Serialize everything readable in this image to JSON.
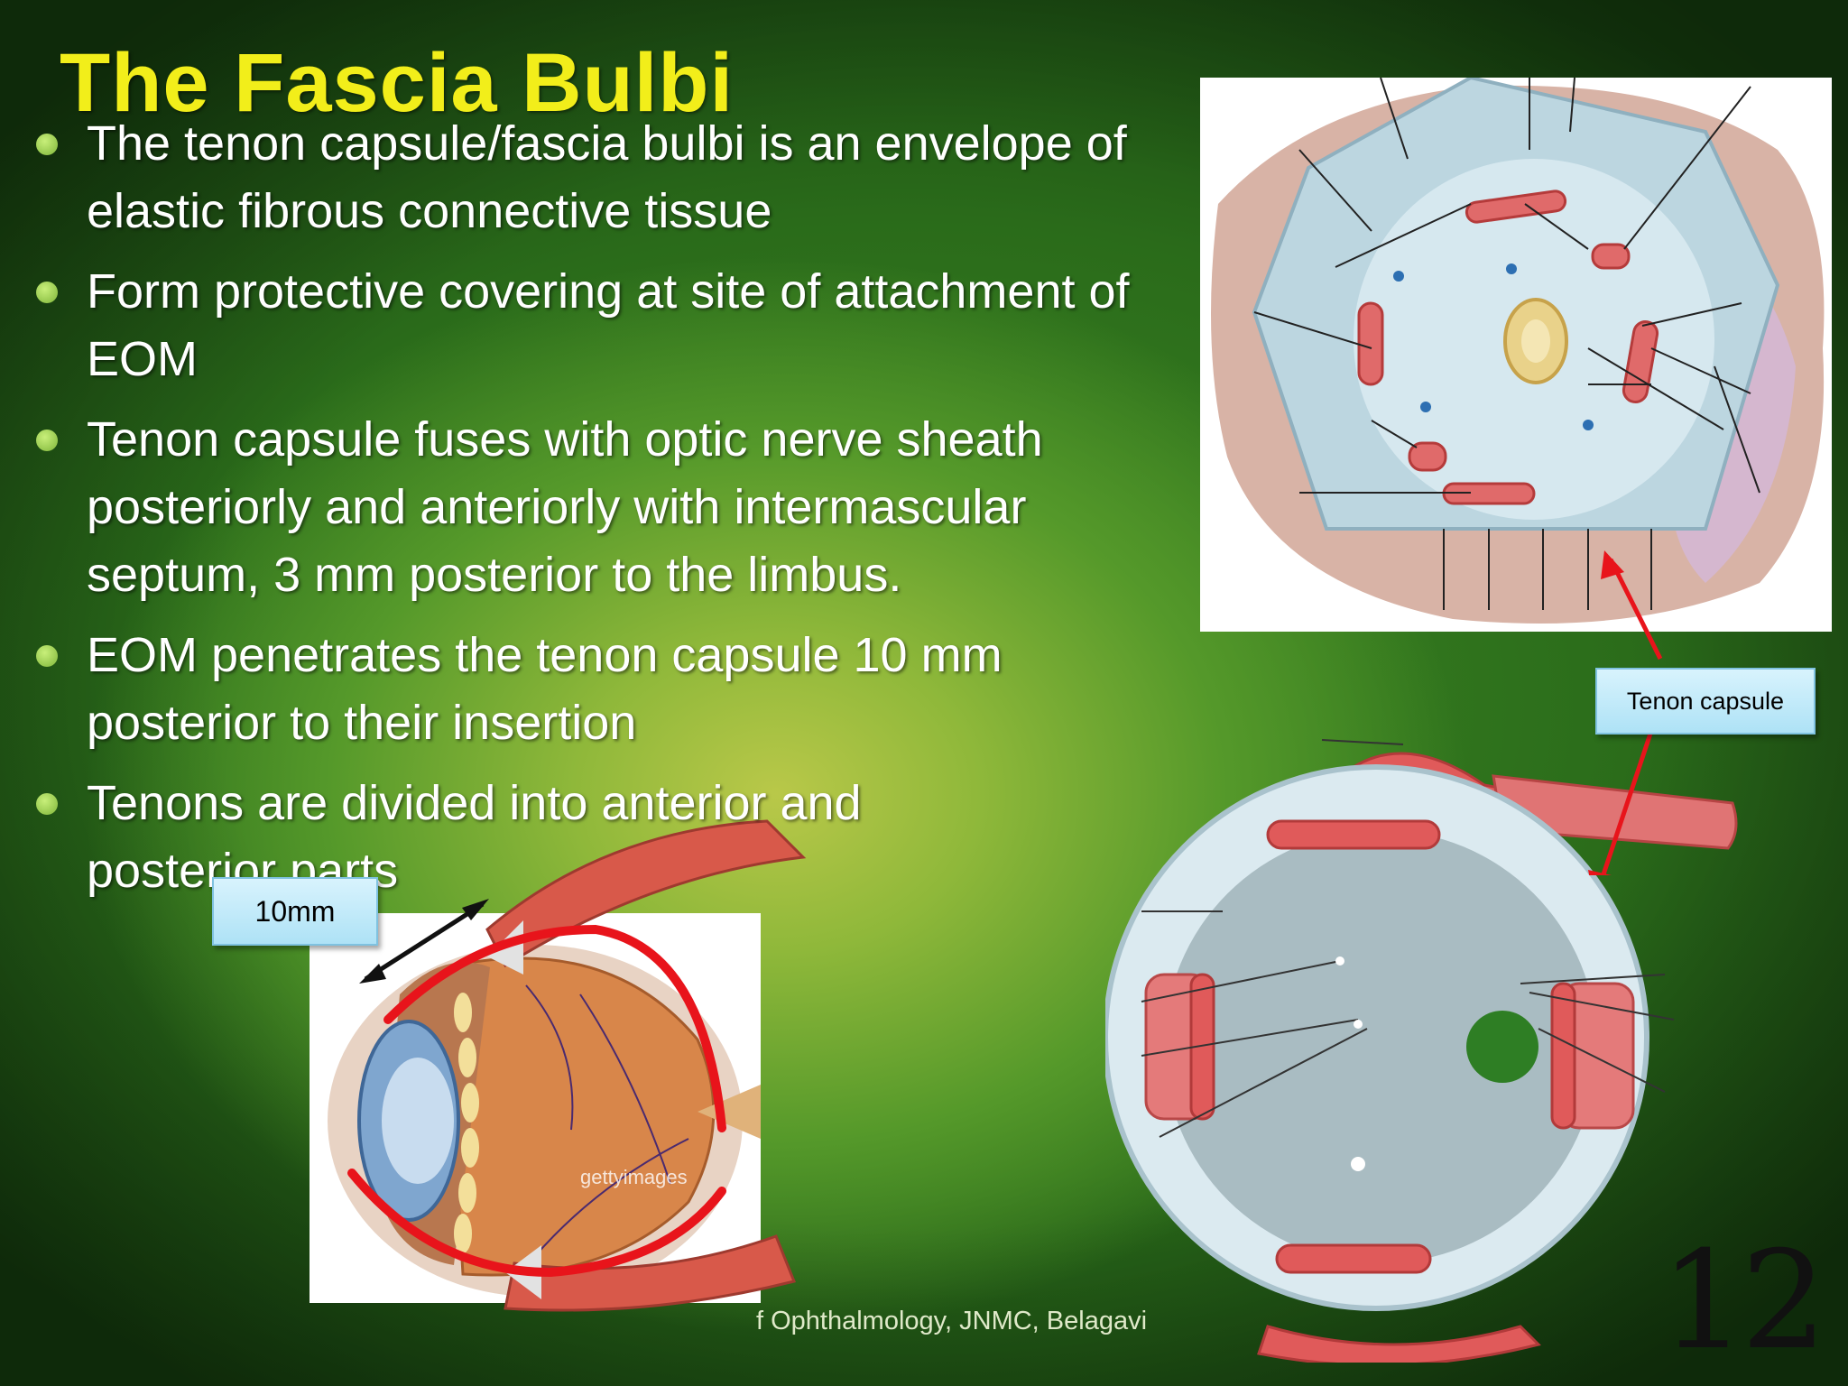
{
  "slide": {
    "title": "The Fascia Bulbi",
    "bullets": [
      "The tenon capsule/fascia bulbi is an  envelope of elastic fibrous connective tissue",
      "Form protective covering at site of attachment of EOM",
      "Tenon capsule fuses with optic nerve sheath posteriorly and anteriorly with intermascular septum,  3 mm posterior to the limbus.",
      "EOM penetrates the tenon capsule 10 mm posterior to their insertion",
      "Tenons are divided into anterior and posterior parts"
    ],
    "label_10mm": "10mm",
    "label_tenon": "Tenon capsule",
    "footer": "f Ophthalmology, JNMC, Belagavi",
    "page_number": "12",
    "watermark_small": "gettyimages",
    "colors": {
      "title": "#f2ee1a",
      "background": "#3f8a24",
      "arrow": "#e8141b",
      "label_box": "#bfe9f9"
    }
  }
}
